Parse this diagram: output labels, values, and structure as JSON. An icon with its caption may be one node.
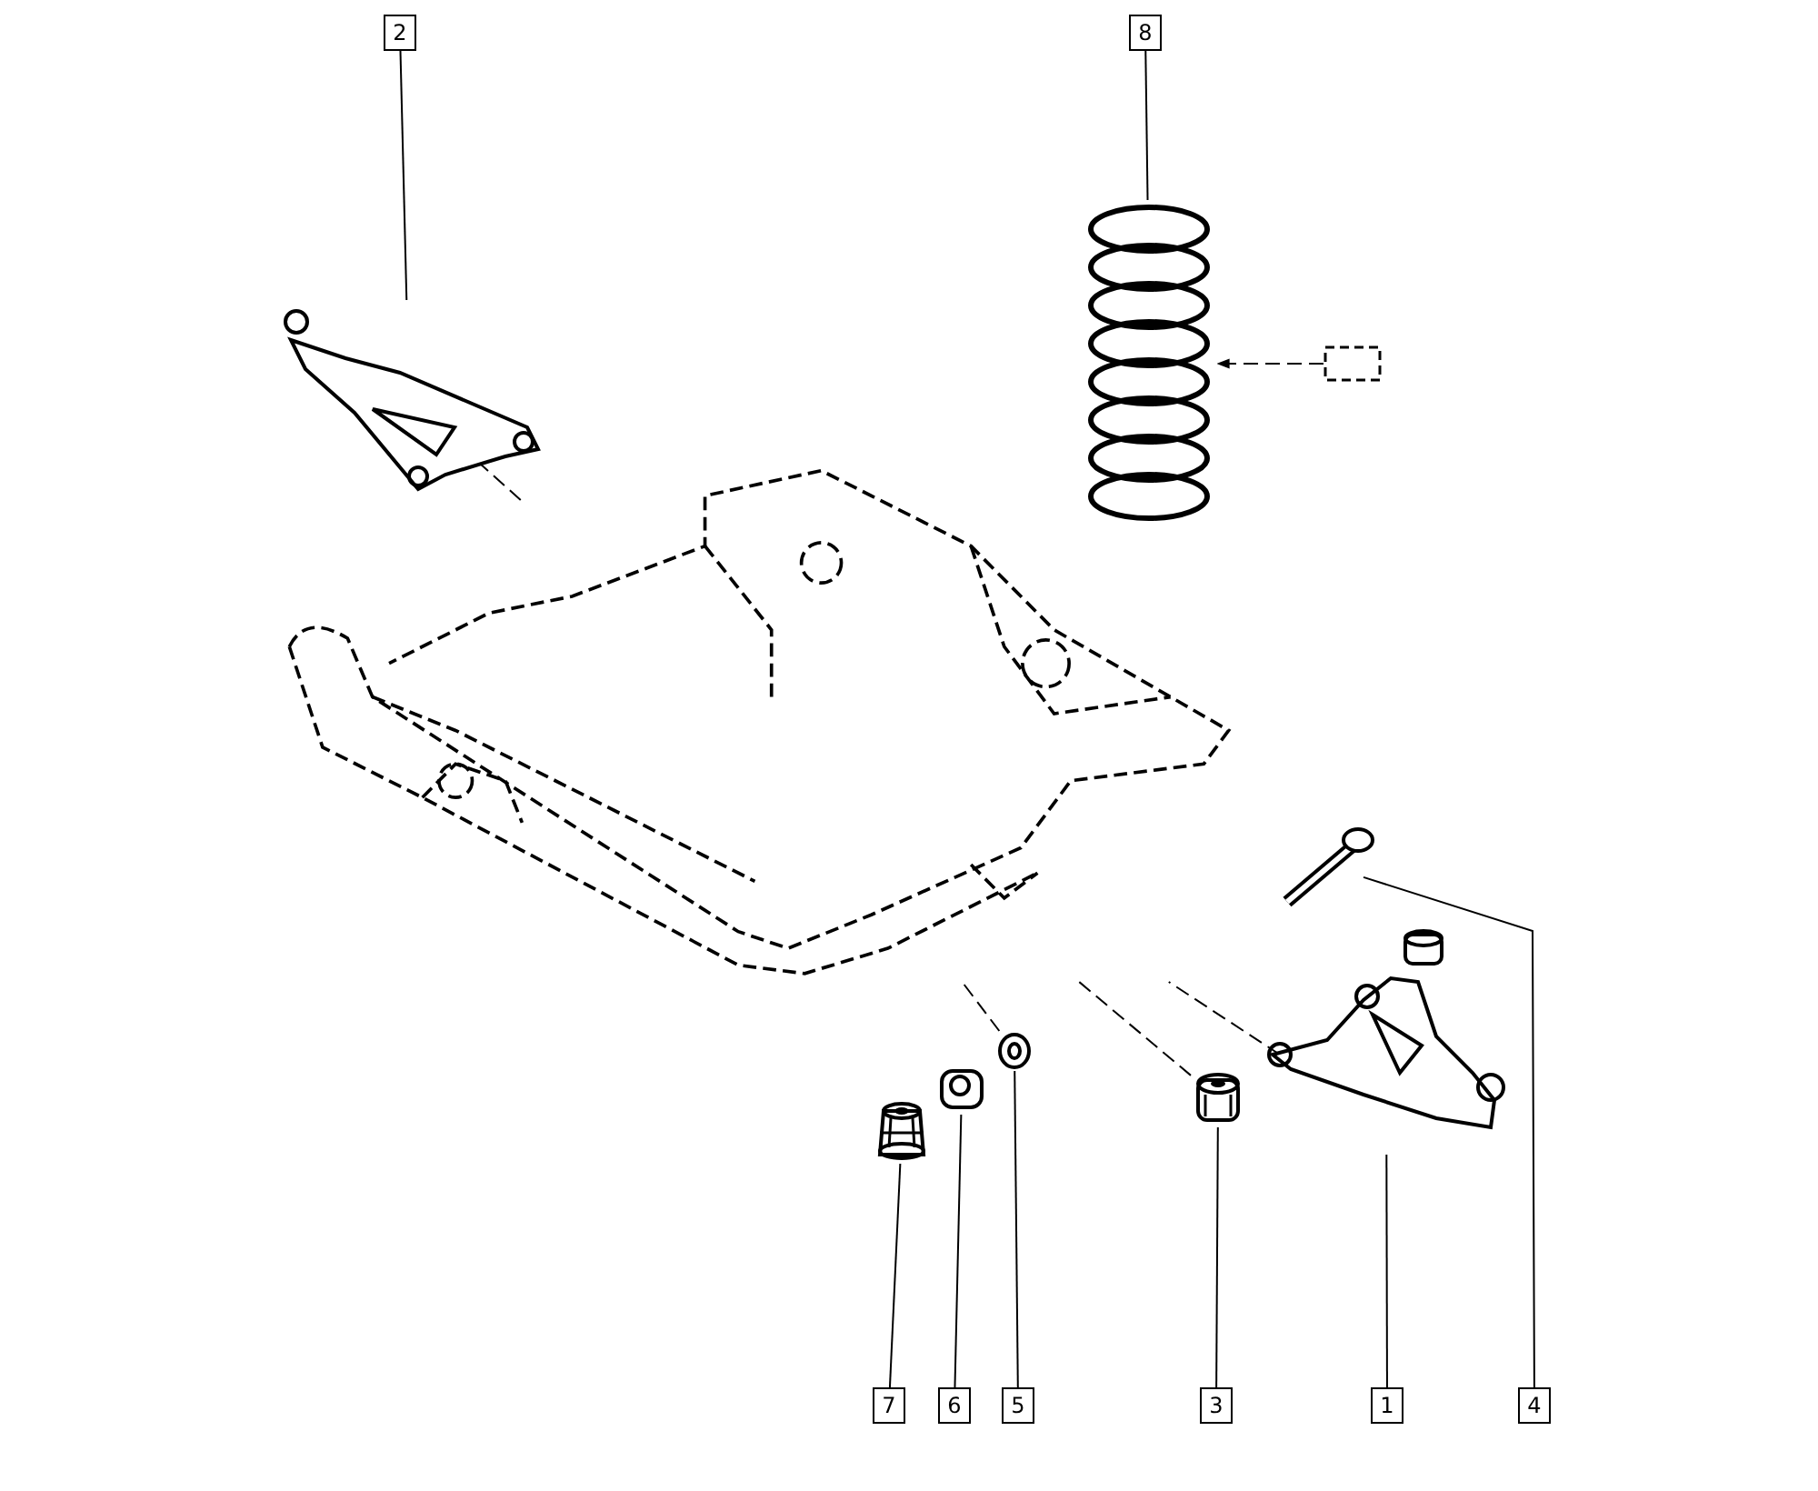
{
  "diagram": {
    "nodes": [
      {
        "text": [
          "2"
        ]
      },
      {
        "text": [],
        "shape": "picture"
      },
      {
        "text": [
          "8"
        ]
      },
      {
        "text": [],
        "shape": "picture"
      },
      {
        "text": [],
        "shape": "box"
      },
      {
        "text": [],
        "shape": "picture"
      },
      {
        "text": [
          "4"
        ]
      },
      {
        "text": [],
        "shape": "picture"
      },
      {
        "text": [
          "1"
        ]
      },
      {
        "text": [],
        "shape": "picture"
      },
      {
        "text": [
          "3"
        ]
      },
      {
        "text": [],
        "shape": "picture"
      },
      {
        "text": [
          "5"
        ]
      },
      {
        "text": [],
        "shape": "picture"
      },
      {
        "text": [
          "6"
        ]
      },
      {
        "text": [],
        "shape": "picture"
      },
      {
        "text": [
          "7"
        ]
      },
      {
        "text": [],
        "shape": "picture"
      }
    ],
    "edges": [
      {
        "from": 0,
        "to": 1,
        "arrow": "none"
      },
      {
        "from": 2,
        "to": 3,
        "arrow": "none"
      },
      {
        "from": 4,
        "to": 3,
        "arrow": "to",
        "style": "dashed"
      },
      {
        "from": 6,
        "to": 7,
        "arrow": "none"
      },
      {
        "from": 8,
        "to": 9,
        "arrow": "none"
      },
      {
        "from": 10,
        "to": 11,
        "arrow": "none"
      },
      {
        "from": 12,
        "to": 13,
        "arrow": "none"
      },
      {
        "from": 14,
        "to": 15,
        "arrow": "none"
      },
      {
        "from": 16,
        "to": 17,
        "arrow": "none"
      },
      {
        "from": 1,
        "to": 5,
        "arrow": "none",
        "style": "dashed"
      },
      {
        "from": 9,
        "to": 5,
        "arrow": "none",
        "style": "dashed"
      },
      {
        "from": 11,
        "to": 5,
        "arrow": "none",
        "style": "dashed"
      },
      {
        "from": 13,
        "to": 5,
        "arrow": "none",
        "style": "dashed"
      }
    ]
  }
}
